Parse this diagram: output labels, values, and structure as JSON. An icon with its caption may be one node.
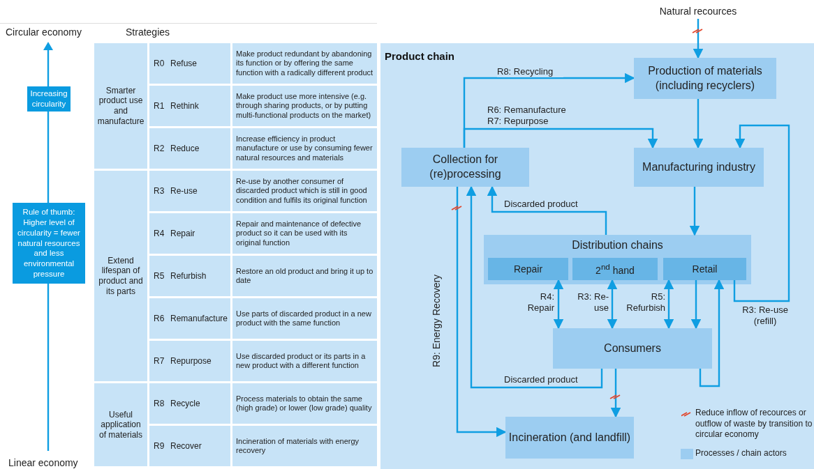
{
  "diagram": {
    "nodes": [
      {
        "text": [
          "Increasing circularity"
        ]
      },
      {
        "text": [
          "Rule of thumb: Higher level of circularity = fewer natural resources and less environmental pressure"
        ]
      },
      {
        "text": [
          "Product chain"
        ]
      },
      {
        "text": [
          "Natural recources"
        ]
      },
      {
        "text": [
          "Production of materials (including recyclers)"
        ],
        "in": 2
      },
      {
        "text": [
          "Collection for (re)processing"
        ],
        "in": 2
      },
      {
        "text": [
          "Manufacturing industry"
        ],
        "in": 2
      },
      {
        "text": [
          "Distribution chains"
        ],
        "in": 2
      },
      {
        "text": [
          "Repair"
        ],
        "in": 7
      },
      {
        "text": [
          "2$^{nd}$ hand"
        ],
        "in": 7
      },
      {
        "text": [
          "Retail"
        ],
        "in": 7
      },
      {
        "text": [
          "Consumers"
        ],
        "in": 2
      },
      {
        "text": [
          "Incineration (and landfill)"
        ],
        "in": 2
      }
    ],
    "edges": [
      {
        "from": 3,
        "to": 4,
        "arrow": "to"
      },
      {
        "from": 5,
        "to": 4,
        "arrow": "to",
        "label": "R8: Recycling"
      },
      {
        "from": 5,
        "to": 6,
        "arrow": "to",
        "label": "R6: Remanufacture R7: Repurpose"
      },
      {
        "from": 4,
        "to": 6,
        "arrow": "to"
      },
      {
        "from": 6,
        "to": 7,
        "arrow": "to"
      },
      {
        "from": 7,
        "to": 5,
        "arrow": "to",
        "label": "Discarded product"
      },
      {
        "from": 8,
        "to": 11,
        "arrow": "both",
        "label": "R4: Repair"
      },
      {
        "from": 9,
        "to": 11,
        "arrow": "both",
        "label": "R3: Re-use"
      },
      {
        "from": 10,
        "to": 11,
        "arrow": "both",
        "label": "R5: Refurbish"
      },
      {
        "from": 10,
        "to": 11,
        "arrow": "to"
      },
      {
        "from": 11,
        "to": 10,
        "arrow": "to"
      },
      {
        "from": 10,
        "to": 6,
        "arrow": "to",
        "label": "R3: Re-use (refill)"
      },
      {
        "from": 11,
        "to": 5,
        "arrow": "to",
        "label": "Discarded product"
      },
      {
        "from": 11,
        "to": 12,
        "arrow": "to"
      },
      {
        "from": 5,
        "to": 12,
        "arrow": "to",
        "label": "R9: Energy Recovery"
      }
    ],
    "labels": [
      "Circular economy",
      "Strategies",
      "Smarter product use and manufacture",
      "R0",
      "Refuse",
      "Make product redundant by abandoning its function or by offering the same function with a radically different product",
      "R1",
      "Rethink",
      "Make product use more intensive (e.g. through sharing products, or by putting multi-functional products on the market)",
      "R2",
      "Reduce",
      "Increase efficiency in product manufacture or use by consuming fewer natural resources and materials",
      "Extend lifespan of product and its parts",
      "R3",
      "Re-use",
      "Re-use by another consumer of discarded product which is still in good condition and fulfils its original function",
      "R4",
      "Repair",
      "Repair and maintenance of defective product so it can be used with its original function",
      "R5",
      "Refurbish",
      "Restore an old product and bring it up to date",
      "R6",
      "Remanufacture",
      "Use parts of discarded product in a new product with the same function",
      "R7",
      "Repurpose",
      "Use discarded product or its parts in a new product with a different function",
      "Useful application of materials",
      "R8",
      "Recycle",
      "Process materials to obtain the same (high grade) or lower (low grade) quality",
      "R9",
      "Recover",
      "Incineration of materials with energy recovery",
      "Linear economy"
    ],
    "legend": [
      {
        "text": "Reduce inflow of recources or outflow of waste by transition to circular economy"
      },
      {
        "text": "Processes / chain actors",
        "color": "#9ccdf1"
      }
    ]
  }
}
